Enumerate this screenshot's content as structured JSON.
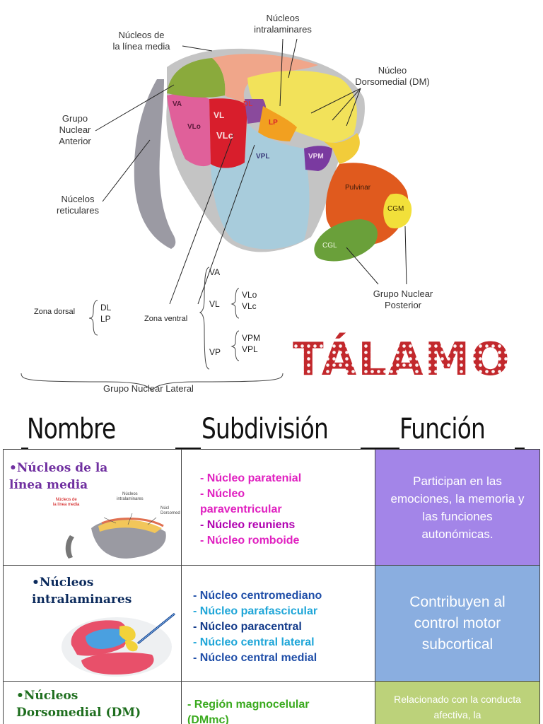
{
  "diagram": {
    "labels": {
      "lineamedia": "Núcleos de\nla línea media",
      "intralaminares": "Núcleos\nintralaminares",
      "dorsomedial": "Núcleo\nDorsomedial (DM)",
      "anterior": "Grupo\nNuclear\nAnterior",
      "reticulares": "Núcelos\nreticulares",
      "posterior": "Grupo Nuclear\nPosterior",
      "lateral": "Grupo Nuclear Lateral",
      "zona_dorsal": "Zona dorsal",
      "zona_ventral": "Zona ventral"
    },
    "nuclei": {
      "va": "VA",
      "vl": "VL",
      "dl": "DL",
      "vlo": "VLo",
      "vlc": "VLc",
      "lp": "LP",
      "vpl": "VPL",
      "vpm": "VPM",
      "pulvinar": "Pulvinar",
      "cgm": "CGM",
      "cgl": "CGL"
    },
    "legend": {
      "dl": "DL",
      "lp": "LP",
      "va": "VA",
      "vl": "VL",
      "vlo": "VLo",
      "vlc": "VLc",
      "vp": "VP",
      "vpm": "VPM",
      "vpl": "VPL"
    }
  },
  "title": "TÁLAMO",
  "headers": {
    "nombre": "Nombre",
    "subdivision": "Subdivisión",
    "funcion": "Función"
  },
  "rows": [
    {
      "name": "•Núcleos de la\nlínea media",
      "name_color": "#7030a0",
      "subdivisions": [
        "- Núcleo paratenial",
        "- Núcleo",
        "paraventricular",
        "- Núcleo reuniens",
        "- Núcleo romboide"
      ],
      "sub_colors": [
        "#e020c0",
        "#e020c0",
        "#e020c0",
        "#b000b0",
        "#e020c0"
      ],
      "function": "Participan en las emociones, la memoria y las funciones autonómicas.",
      "function_bg": "#a385e8",
      "thumb_labels": {
        "a": "Núcleos de\nla línea media",
        "b": "Núcleos\nintralaminares",
        "c": "Núcl\nDorsomed"
      }
    },
    {
      "name": "•Núcleos\nintralaminares",
      "name_color": "#0b2a5c",
      "subdivisions": [
        "- Núcleo centromediano",
        "- Núcleo parafascicular",
        "- Núcleo paracentral",
        "- Núcleo central lateral",
        "- Núcleo central medial"
      ],
      "sub_colors": [
        "#1f4ea8",
        "#1fa6d8",
        "#123a8a",
        "#1fa6d8",
        "#1f4ea8"
      ],
      "function": "Contribuyen al control motor subcortical",
      "function_bg": "#8aaee0"
    },
    {
      "name": "•Núcleos\nDorsomedial  (DM)",
      "name_color": "#1e6e1e",
      "subdivisions": [
        "- Región magnocelular",
        "(DMmc)"
      ],
      "sub_colors": [
        "#3aaa1e",
        "#3aaa1e"
      ],
      "function": "Relacionado con la conducta afectiva, la",
      "function_bg": "#bcd27a"
    }
  ]
}
